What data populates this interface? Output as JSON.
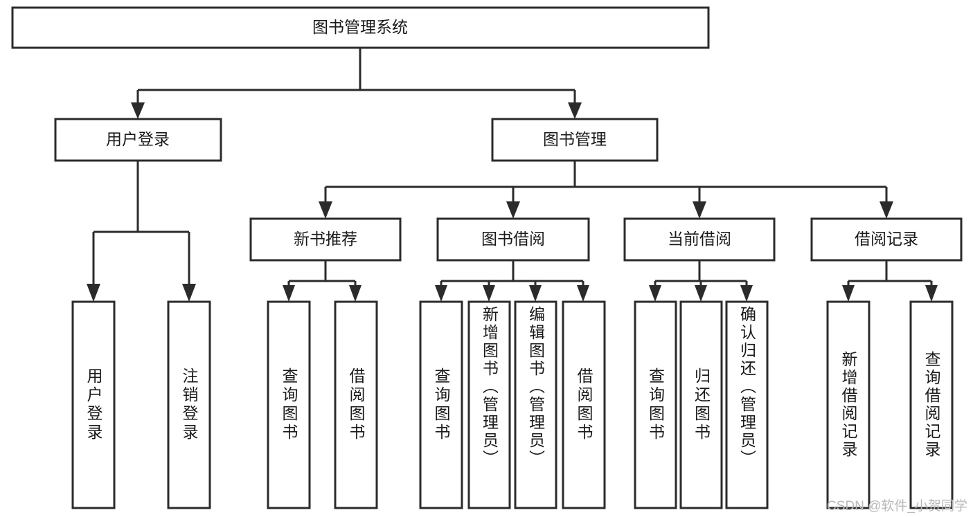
{
  "diagram": {
    "type": "hierarchy-tree",
    "title": "图书管理系统",
    "orientation": "top-down",
    "colors": {
      "box_stroke": "#2b2b2b",
      "box_fill": "#ffffff",
      "text": "#1a1a1a",
      "connector": "#2b2b2b",
      "background": "#ffffff",
      "watermark": "#b9b9b9"
    },
    "root": {
      "label": "图书管理系统",
      "text_direction": "horizontal"
    },
    "level2": [
      {
        "label": "用户登录",
        "text_direction": "horizontal"
      },
      {
        "label": "图书管理",
        "text_direction": "horizontal"
      }
    ],
    "level3": [
      {
        "label": "新书推荐",
        "text_direction": "horizontal",
        "parent": "图书管理"
      },
      {
        "label": "图书借阅",
        "text_direction": "horizontal",
        "parent": "图书管理"
      },
      {
        "label": "当前借阅",
        "text_direction": "horizontal",
        "parent": "图书管理"
      },
      {
        "label": "借阅记录",
        "text_direction": "horizontal",
        "parent": "图书管理"
      }
    ],
    "leaves": {
      "用户登录": [
        {
          "label": "用户登录",
          "text_direction": "vertical"
        },
        {
          "label": "注销登录",
          "text_direction": "vertical"
        }
      ],
      "新书推荐": [
        {
          "label": "查询图书",
          "text_direction": "vertical"
        },
        {
          "label": "借阅图书",
          "text_direction": "vertical"
        }
      ],
      "图书借阅": [
        {
          "label": "查询图书",
          "text_direction": "vertical"
        },
        {
          "label": "新增图书（管理员）",
          "text_direction": "vertical"
        },
        {
          "label": "编辑图书（管理员）",
          "text_direction": "vertical"
        },
        {
          "label": "借阅图书",
          "text_direction": "vertical"
        }
      ],
      "当前借阅": [
        {
          "label": "查询图书",
          "text_direction": "vertical"
        },
        {
          "label": "归还图书",
          "text_direction": "vertical"
        },
        {
          "label": "确认归还（管理员）",
          "text_direction": "vertical"
        }
      ],
      "借阅记录": [
        {
          "label": "新增借阅记录",
          "text_direction": "vertical"
        },
        {
          "label": "查询借阅记录",
          "text_direction": "vertical"
        }
      ]
    }
  },
  "watermark": {
    "text": "CSDN @软件_小贺同学"
  }
}
